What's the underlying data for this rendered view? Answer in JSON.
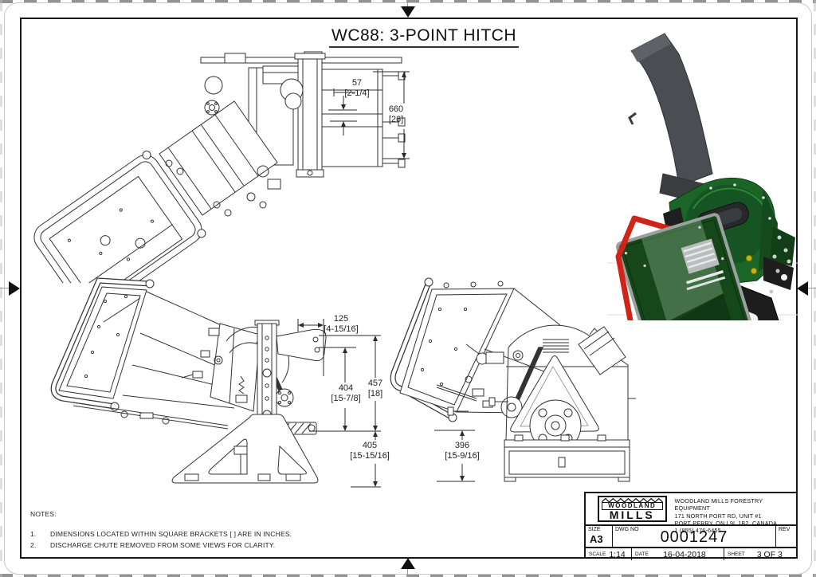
{
  "page": {
    "title": "WC88: 3-POINT HITCH"
  },
  "dims": {
    "d57": {
      "mm": "57",
      "in": "[2-1/4]"
    },
    "d660": {
      "mm": "660",
      "in": "[26]"
    },
    "d125": {
      "mm": "125",
      "in": "[4-15/16]"
    },
    "d404": {
      "mm": "404",
      "in": "[15-7/8]"
    },
    "d457": {
      "mm": "457",
      "in": "[18]"
    },
    "d405": {
      "mm": "405",
      "in": "[15-15/16]"
    },
    "d396": {
      "mm": "396",
      "in": "[15-9/16]"
    }
  },
  "notes": {
    "heading": "NOTES:",
    "items": [
      {
        "num": "1.",
        "text": "DIMENSIONS LOCATED WITHIN SQUARE BRACKETS [ ] ARE IN INCHES."
      },
      {
        "num": "2.",
        "text": "DISCHARGE CHUTE REMOVED FROM SOME VIEWS FOR CLARITY."
      }
    ]
  },
  "title_block": {
    "logo_top": "WOODLAND",
    "logo_bottom": "MILLS",
    "company": [
      "WOODLAND MILLS FORESTRY EQUIPMENT",
      "171 NORTH PORT RD, UNIT #1",
      "PORT PERRY, ON L9L 1B2, CANADA",
      "1 (855) 476-6455"
    ],
    "size_label": "SIZE",
    "size_value": "A3",
    "dwg_label": "DWG NO",
    "dwg_value": "0001247",
    "rev_label": "REV",
    "scale_label": "SCALE",
    "scale_value": "1:14",
    "date_label": "DATE",
    "date_value": "16-04-2018",
    "sheet_label": "SHEET",
    "sheet_value": "3 OF 3"
  },
  "colors": {
    "machine_green": "#1b6527",
    "hopper_green": "#16471b",
    "frame_red": "#cf2418",
    "chute_gray": "#4a4e52",
    "stand_black": "#1d1d1d",
    "accent_yellow": "#c9b800"
  }
}
